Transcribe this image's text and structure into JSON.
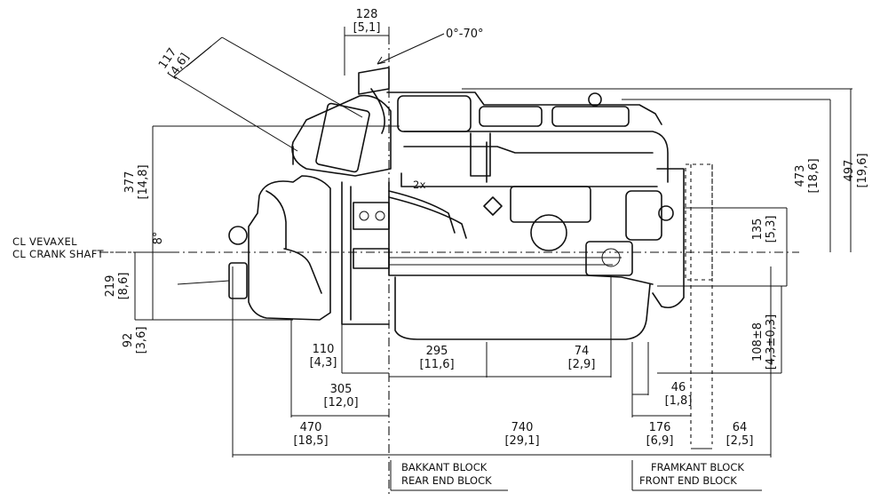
{
  "labels": {
    "cl_vevaxel": "CL  VEVAXEL",
    "cl_crank": "CL  CRANK SHAFT",
    "rear_block_sv": "BAKKANT BLOCK",
    "rear_block_en": "REAR END BLOCK",
    "front_block_sv": "FRAMKANT BLOCK",
    "front_block_en": "FRONT END BLOCK",
    "angle_tilt": "0°-70°",
    "angle_8": "8°",
    "count_2x": "2x"
  },
  "dimensions": {
    "d128": "128",
    "d128_in": "[5,1]",
    "d117": "117",
    "d117_in": "[4,6]",
    "d377": "377",
    "d377_in": "[14,8]",
    "d219": "219",
    "d219_in": "[8,6]",
    "d92": "92",
    "d92_in": "[3,6]",
    "d110": "110",
    "d110_in": "[4,3]",
    "d295": "295",
    "d295_in": "[11,6]",
    "d74": "74",
    "d74_in": "[2,9]",
    "d305": "305",
    "d305_in": "[12,0]",
    "d46": "46",
    "d46_in": "[1,8]",
    "d470": "470",
    "d470_in": "[18,5]",
    "d740": "740",
    "d740_in": "[29,1]",
    "d176": "176",
    "d176_in": "[6,9]",
    "d64": "64",
    "d64_in": "[2,5]",
    "d473": "473",
    "d473_in": "[18,6]",
    "d497": "497",
    "d497_in": "[19,6]",
    "d135": "135",
    "d135_in": "[5,3]",
    "d108": "108±8",
    "d108_in": "[4,3±0,3]"
  }
}
